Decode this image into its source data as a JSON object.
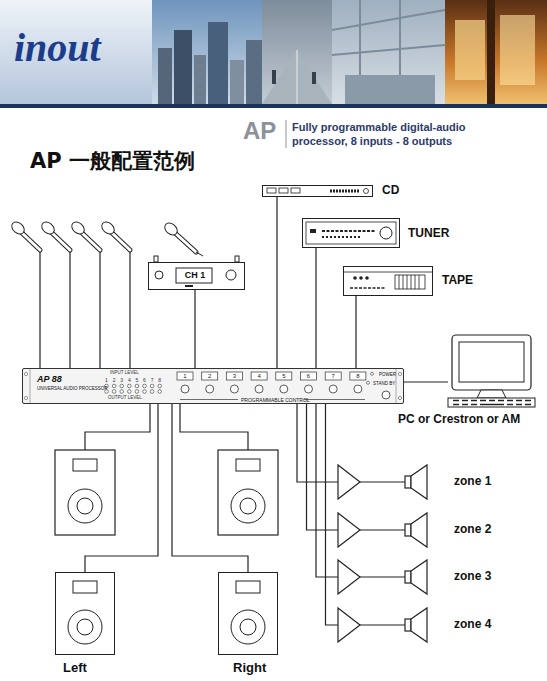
{
  "diagram": {
    "title": "AP 一般配置范例",
    "nodes": [
      {
        "text": [
          "CD"
        ]
      },
      {
        "text": [
          "TUNER"
        ]
      },
      {
        "text": [
          "CH 1"
        ]
      },
      {
        "text": [
          "TAPE"
        ]
      },
      {
        "text": [
          "PC or Crestron or AM"
        ]
      },
      {
        "text": [
          "AP 88",
          "UNIVERSAL AUDIO PROCESSOR",
          "PROGRAMMABLE CONTROL",
          "POWER",
          "STAND BY"
        ]
      },
      {
        "text": [
          "Left"
        ]
      },
      {
        "text": [
          "Right"
        ]
      },
      {
        "text": [
          "zone 1"
        ]
      },
      {
        "text": [
          "zone 2"
        ]
      },
      {
        "text": [
          "zone 3"
        ]
      },
      {
        "text": [
          "zone 4"
        ]
      }
    ],
    "edges": [
      {
        "from": 2,
        "to": 5,
        "arrow": "none"
      },
      {
        "from": 0,
        "to": 5,
        "arrow": "none"
      },
      {
        "from": 1,
        "to": 5,
        "arrow": "none"
      },
      {
        "from": 3,
        "to": 5,
        "arrow": "none"
      },
      {
        "from": 5,
        "to": 4,
        "arrow": "none"
      },
      {
        "from": 5,
        "to": 6,
        "arrow": "none"
      },
      {
        "from": 5,
        "to": 7,
        "arrow": "none"
      },
      {
        "from": 5,
        "to": 8,
        "arrow": "none"
      },
      {
        "from": 5,
        "to": 9,
        "arrow": "none"
      },
      {
        "from": 5,
        "to": 10,
        "arrow": "none"
      },
      {
        "from": 5,
        "to": 11,
        "arrow": "none"
      }
    ],
    "labels": [
      "inout",
      "AP",
      "Fully programmable digital-audio processor, 8 inputs - 8 outputs",
      "INPUT LEVEL",
      "1",
      "2",
      "3",
      "4",
      "5",
      "6",
      "7",
      "8",
      "OUTPUT LEVEL",
      "1",
      "2",
      "3",
      "4",
      "5",
      "6",
      "7",
      "8"
    ]
  }
}
